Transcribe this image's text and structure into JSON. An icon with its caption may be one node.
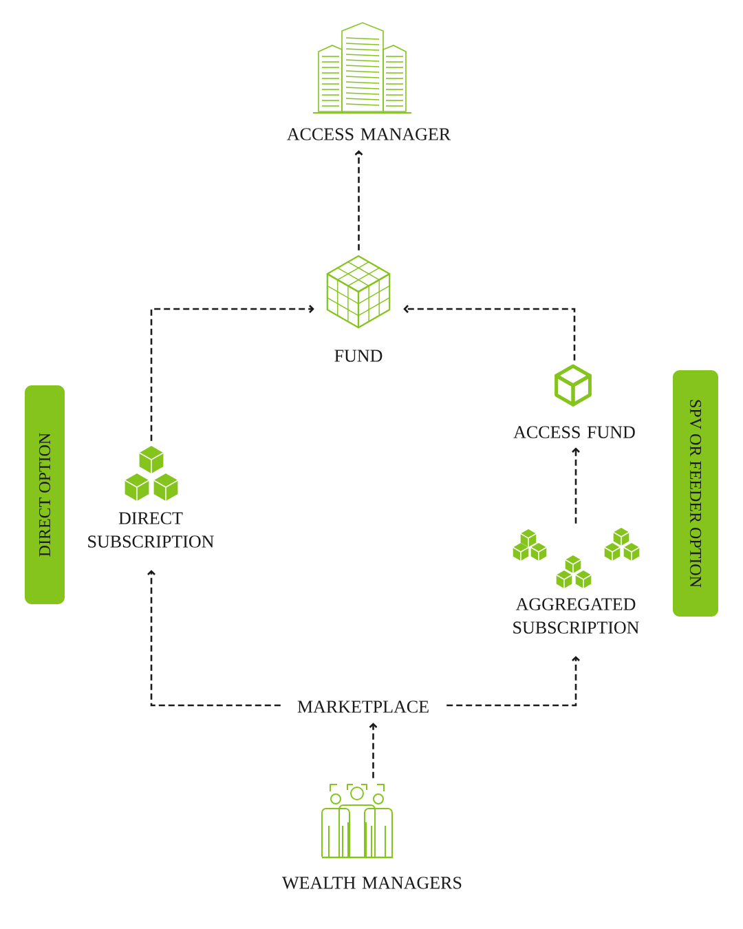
{
  "diagram": {
    "nodes": [
      {
        "text": [
          "ACCESS MANAGER"
        ]
      },
      {
        "text": [
          "FUND"
        ]
      },
      {
        "text": [
          "ACCESS FUND"
        ]
      },
      {
        "text": [
          "DIRECT OPTION"
        ]
      },
      {
        "text": [
          "DIRECT SUBSCRIPTION"
        ]
      },
      {
        "text": [
          "SPV OR FEEDER OPTION"
        ]
      },
      {
        "text": [
          "AGGREGATED SUBSCRIPTION"
        ]
      },
      {
        "text": [
          "MARKETPLACE"
        ]
      },
      {
        "text": [
          "WEALTH MANAGERS"
        ]
      }
    ],
    "edges": [
      {
        "from": 1,
        "to": 0,
        "arrow": "to",
        "style": "dashed"
      },
      {
        "from": 4,
        "to": 1,
        "arrow": "to",
        "style": "dashed"
      },
      {
        "from": 2,
        "to": 1,
        "arrow": "to",
        "style": "dashed"
      },
      {
        "from": 6,
        "to": 2,
        "arrow": "to",
        "style": "dashed"
      },
      {
        "from": 7,
        "to": 4,
        "arrow": "to",
        "style": "dashed"
      },
      {
        "from": 7,
        "to": 6,
        "arrow": "to",
        "style": "dashed"
      },
      {
        "from": 8,
        "to": 7,
        "arrow": "to",
        "style": "dashed"
      }
    ]
  }
}
